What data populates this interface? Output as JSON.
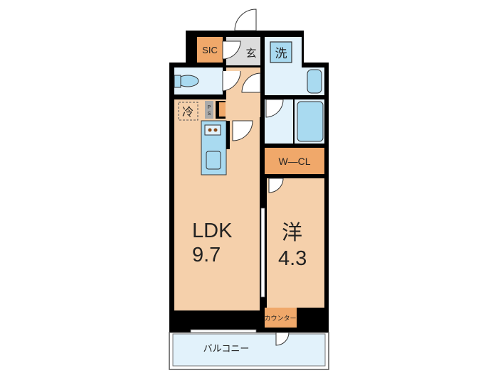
{
  "floorplan": {
    "rooms": {
      "ldk": {
        "label": "LDK",
        "size": "9.7"
      },
      "western": {
        "label": "洋",
        "size": "4.3"
      },
      "sic": {
        "label": "SIC"
      },
      "entrance": {
        "label": "玄"
      },
      "laundry": {
        "label": "洗"
      },
      "fridge": {
        "label": "冷"
      },
      "ps": {
        "label": "PS"
      },
      "wcl": {
        "label": "W—CL"
      },
      "counter": {
        "label": "カウンター"
      },
      "balcony": {
        "label": "バルコニー"
      }
    },
    "colors": {
      "room": "#f5d0ab",
      "storage": "#f0a86a",
      "wet": "#e2f2fb",
      "fixture": "#a9daf0",
      "entrance": "#dcdcdc",
      "wall": "#000000"
    }
  }
}
